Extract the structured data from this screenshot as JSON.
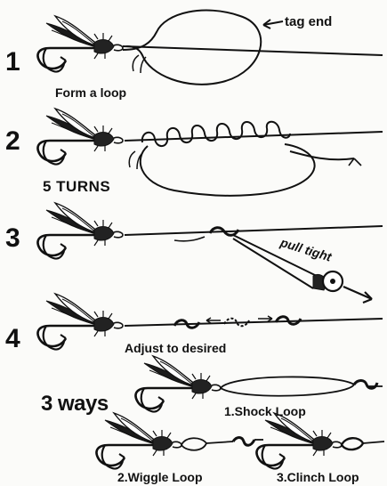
{
  "steps": {
    "step1_number": "1",
    "step2_number": "2",
    "step3_number": "3",
    "step4_number": "4"
  },
  "labels": {
    "tag_end": "tag end",
    "form_loop": "Form a loop",
    "five_turns": "5 TURNS",
    "pull_tight": "pull tight",
    "adjust": "Adjust to desired",
    "three_ways": "3 ways",
    "shock_loop": "1.Shock Loop",
    "wiggle_loop": "2.Wiggle Loop",
    "clinch_loop": "3.Clinch Loop"
  },
  "colors": {
    "ink": "#111111",
    "paper": "#fbfbf9"
  },
  "icons": [
    "fly-icon",
    "arrow-icon",
    "weight-ring-icon"
  ]
}
